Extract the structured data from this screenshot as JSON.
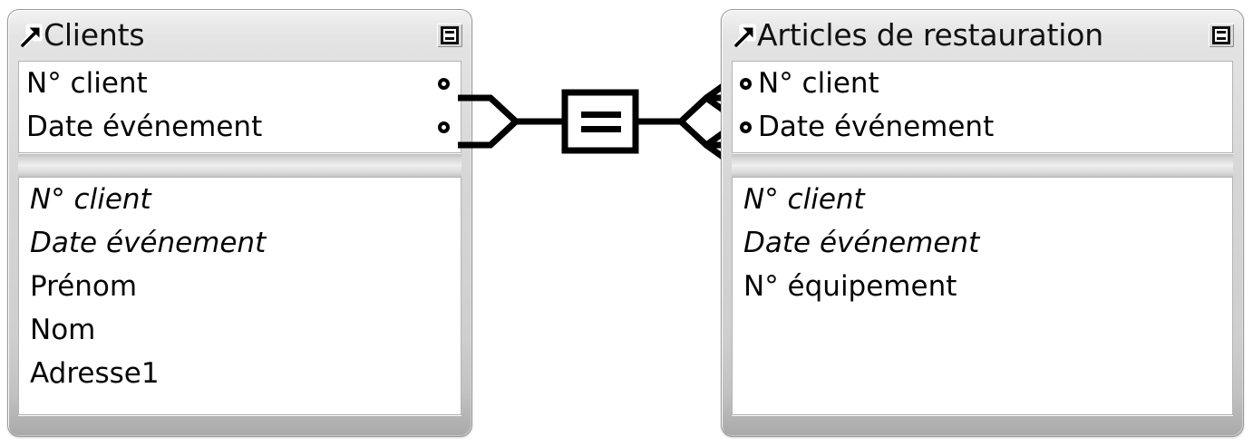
{
  "canvas": {
    "background": "#ffffff",
    "panel_fill": "#d6d6d6",
    "pane_fill": "#ffffff",
    "line_color": "#000000",
    "text_color": "#050505"
  },
  "entities": [
    {
      "id": "clients",
      "title": "Clients",
      "expand_icon": "open-arrow-icon",
      "menu_icon": "list-menu-icon",
      "key_fields": [
        {
          "label": "N° client",
          "marker": "key-dot",
          "marker_side": "right"
        },
        {
          "label": "Date événement",
          "marker": "key-dot",
          "marker_side": "right"
        }
      ],
      "attribute_fields": [
        {
          "label": "N° client",
          "italic": true
        },
        {
          "label": "Date événement",
          "italic": true
        },
        {
          "label": "Prénom",
          "italic": false
        },
        {
          "label": "Nom",
          "italic": false
        },
        {
          "label": "Adresse1",
          "italic": false
        }
      ]
    },
    {
      "id": "articles-de-restauration",
      "title": "Articles de restauration",
      "expand_icon": "open-arrow-icon",
      "menu_icon": "list-menu-icon",
      "key_fields": [
        {
          "label": "N° client",
          "marker": "key-dot",
          "marker_side": "left"
        },
        {
          "label": "Date événement",
          "marker": "key-dot",
          "marker_side": "left"
        }
      ],
      "attribute_fields": [
        {
          "label": "N° client",
          "italic": true
        },
        {
          "label": "Date événement",
          "italic": true
        },
        {
          "label": "N° équipement",
          "italic": false
        }
      ]
    }
  ],
  "relationship": {
    "operator": "=",
    "operator_name": "equi-join-operator",
    "left_cardinality": "one",
    "right_cardinality": "many",
    "left_entity": "Clients",
    "right_entity": "Articles de restauration",
    "left_notation": "single-line",
    "right_notation": "crows-foot"
  }
}
